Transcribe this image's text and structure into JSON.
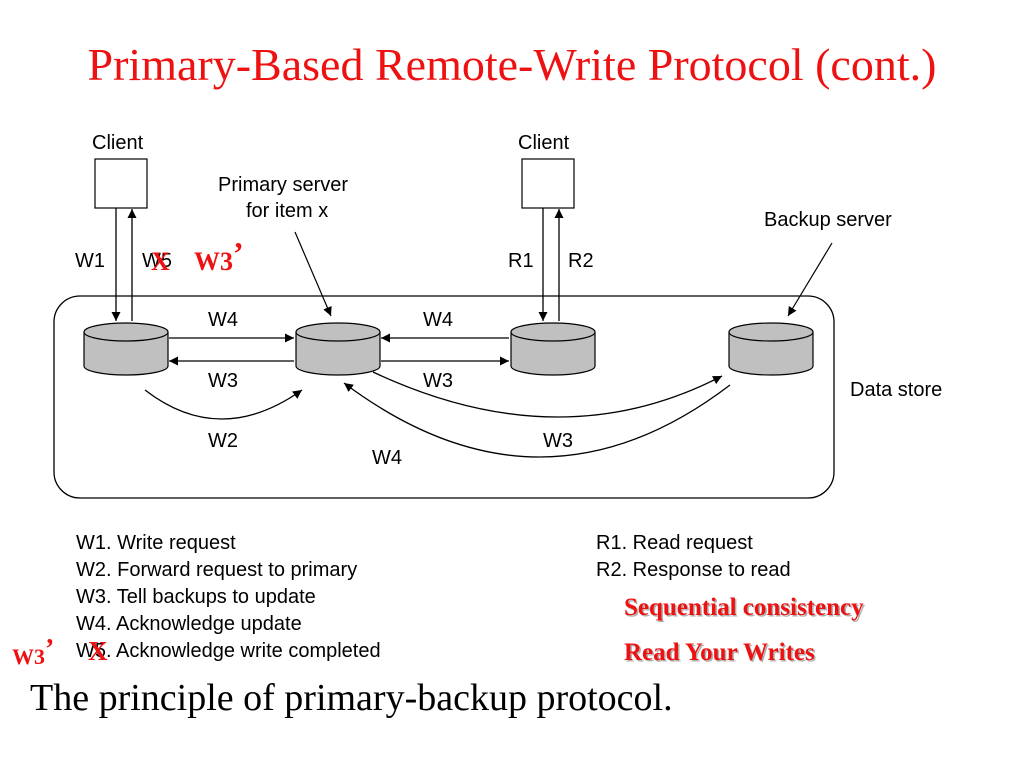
{
  "title": "Primary-Based Remote-Write Protocol (cont.)",
  "diagram": {
    "client_left": "Client",
    "client_right": "Client",
    "primary_line1": "Primary server",
    "primary_line2": "for item x",
    "backup_server": "Backup server",
    "data_store": "Data store",
    "edge_w1": "W1",
    "edge_w5": "W5",
    "edge_r1": "R1",
    "edge_r2": "R2",
    "edge_w4_left": "W4",
    "edge_w3_left": "W3",
    "edge_w4_right": "W4",
    "edge_w3_right": "W3",
    "edge_w2": "W2",
    "edge_w4_curve": "W4",
    "edge_w3_curve": "W3"
  },
  "annotations": {
    "top_x": "X",
    "top_w3prime": "W3",
    "bottom_w3prime": "W3",
    "bottom_x": "X",
    "prime": "’"
  },
  "legend_w": [
    "W1. Write request",
    "W2. Forward request to primary",
    "W3. Tell backups to update",
    "W4. Acknowledge update",
    "W5. Acknowledge write completed"
  ],
  "legend_r": [
    "R1. Read request",
    "R2. Response to read"
  ],
  "emphasis": [
    "Sequential consistency",
    "Read Your Writes"
  ],
  "caption": "The principle of primary-backup protocol.",
  "colors": {
    "title": "#ee1111",
    "disk": "#c0c0c0",
    "annotation": "#ee1111"
  }
}
